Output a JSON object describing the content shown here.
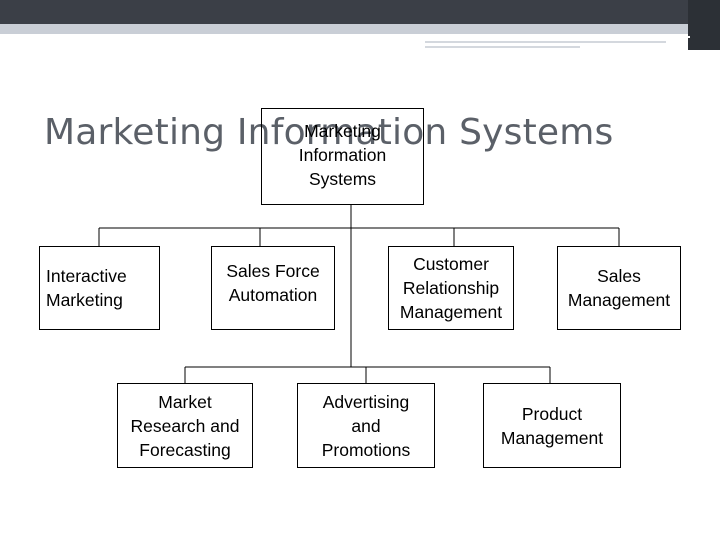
{
  "slide": {
    "title": "Marketing Information Systems"
  },
  "diagram": {
    "root": {
      "label": "Marketing\nInformation\nSystems"
    },
    "row1": [
      {
        "label": "Interactive\nMarketing"
      },
      {
        "label": "Sales Force\nAutomation"
      },
      {
        "label": "Customer\nRelationship\nManagement"
      },
      {
        "label": "Sales\nManagement"
      }
    ],
    "row2": [
      {
        "label": "Market\nResearch and\nForecasting"
      },
      {
        "label": "Advertising\nand\nPromotions"
      },
      {
        "label": "Product\nManagement"
      }
    ]
  },
  "colors": {
    "title": "#5b6068",
    "header_bar": "#3b3f47",
    "header_strip": "#c9ced6"
  }
}
